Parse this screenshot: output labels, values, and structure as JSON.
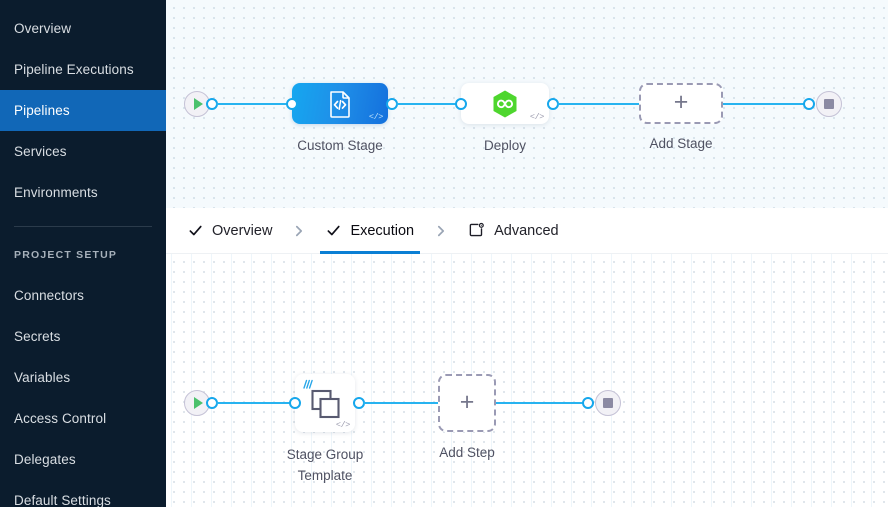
{
  "sidebar": {
    "items": [
      {
        "label": "Overview",
        "active": false,
        "name": "sidebar-item-overview"
      },
      {
        "label": "Pipeline Executions",
        "active": false,
        "name": "sidebar-item-pipeline-executions"
      },
      {
        "label": "Pipelines",
        "active": true,
        "name": "sidebar-item-pipelines"
      },
      {
        "label": "Services",
        "active": false,
        "name": "sidebar-item-services"
      },
      {
        "label": "Environments",
        "active": false,
        "name": "sidebar-item-environments"
      }
    ],
    "section_label": "PROJECT SETUP",
    "setup_items": [
      {
        "label": "Connectors",
        "name": "sidebar-item-connectors"
      },
      {
        "label": "Secrets",
        "name": "sidebar-item-secrets"
      },
      {
        "label": "Variables",
        "name": "sidebar-item-variables"
      },
      {
        "label": "Access Control",
        "name": "sidebar-item-access-control"
      },
      {
        "label": "Delegates",
        "name": "sidebar-item-delegates"
      },
      {
        "label": "Default Settings",
        "name": "sidebar-item-default-settings"
      }
    ],
    "active_color": "#1167b7",
    "background_color": "#0b1c2d"
  },
  "tabs": {
    "items": [
      {
        "label": "Overview",
        "icon": "check-icon",
        "active": false
      },
      {
        "label": "Execution",
        "icon": "check-icon",
        "active": true
      },
      {
        "label": "Advanced",
        "icon": "advanced-settings-icon",
        "active": false
      }
    ],
    "separator_icon": "chevron-right-icon",
    "active_underline_color": "#0b7fd4"
  },
  "stage_canvas": {
    "start_node": {
      "icon": "play-icon",
      "color": "#4bc16c"
    },
    "end_node": {
      "icon": "stop-icon",
      "color": "#8b8aa3"
    },
    "nodes": [
      {
        "label": "Custom Stage",
        "type": "custom-stage",
        "icon": "code-template-icon",
        "badge": "</>",
        "fill": "#1a93ec",
        "selected": true
      },
      {
        "label": "Deploy",
        "type": "deploy-stage",
        "icon": "harness-infinity-icon",
        "badge": "</>",
        "fill": "#ffffff",
        "icon_color": "#4ed62e",
        "selected": false
      },
      {
        "label": "Add Stage",
        "type": "add-stage",
        "icon": "plus-icon",
        "badge": "",
        "fill": "#ffffff",
        "selected": false
      }
    ],
    "connector_color": "#27b3f0"
  },
  "step_canvas": {
    "start_node": {
      "icon": "play-icon",
      "color": "#4bc16c"
    },
    "end_node": {
      "icon": "stop-icon",
      "color": "#8b8aa3"
    },
    "nodes": [
      {
        "label_line1": "Stage Group",
        "label_line2": "Template",
        "type": "stage-group-template",
        "icon": "stacked-squares-icon",
        "badge": "</>",
        "fill": "#ffffff"
      },
      {
        "label_line1": "Add Step",
        "label_line2": "",
        "type": "add-step",
        "icon": "plus-icon",
        "badge": "",
        "fill": "#ffffff"
      }
    ],
    "connector_color": "#27b3f0"
  }
}
